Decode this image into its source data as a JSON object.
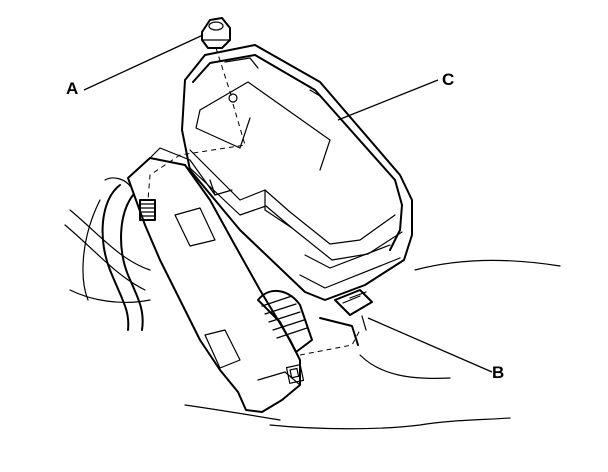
{
  "callouts": {
    "a": "A",
    "b": "B",
    "c": "C"
  },
  "components": {
    "a": "flange-nut",
    "b": "connector",
    "c": "fuse-relay-box-cover"
  }
}
